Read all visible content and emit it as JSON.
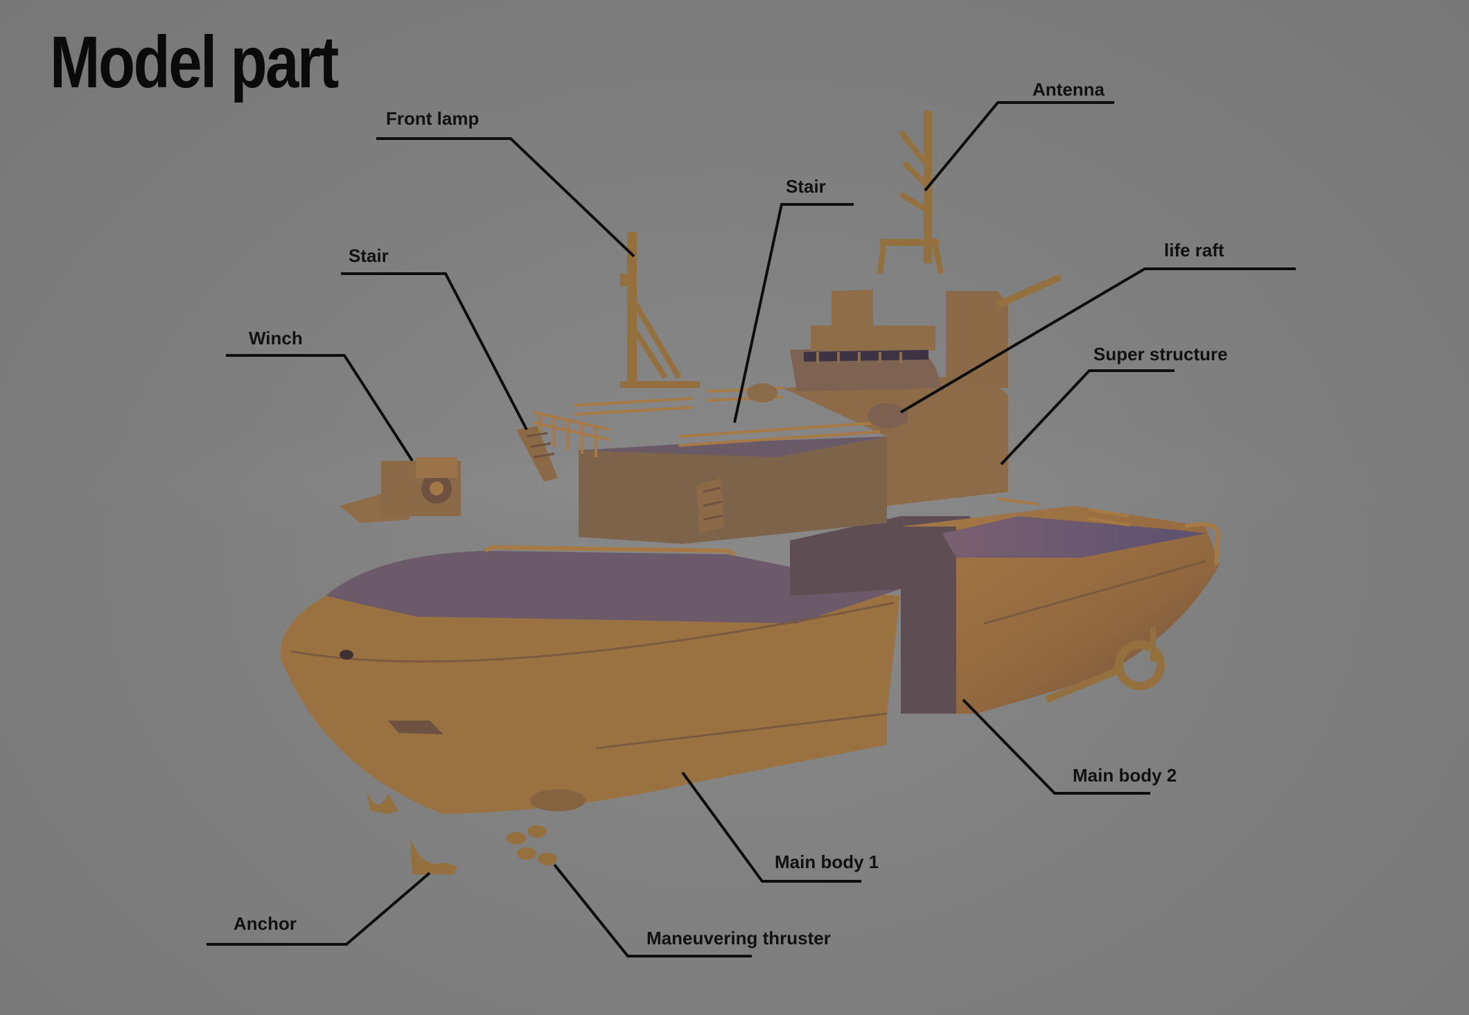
{
  "title": "Model part",
  "palette": {
    "background": "#808080",
    "model": "#9a7242",
    "shadow": "#5f4f66",
    "text": "#111111"
  },
  "callouts": {
    "front_lamp": "Front lamp",
    "antenna": "Antenna",
    "stair_upper": "Stair",
    "stair_left": "Stair",
    "life_raft": "life raft",
    "winch": "Winch",
    "super_structure": "Super structure",
    "main_body_2": "Main body 2",
    "main_body_1": "Main body 1",
    "anchor": "Anchor",
    "maneuvering_thruster": "Maneuvering thruster"
  }
}
